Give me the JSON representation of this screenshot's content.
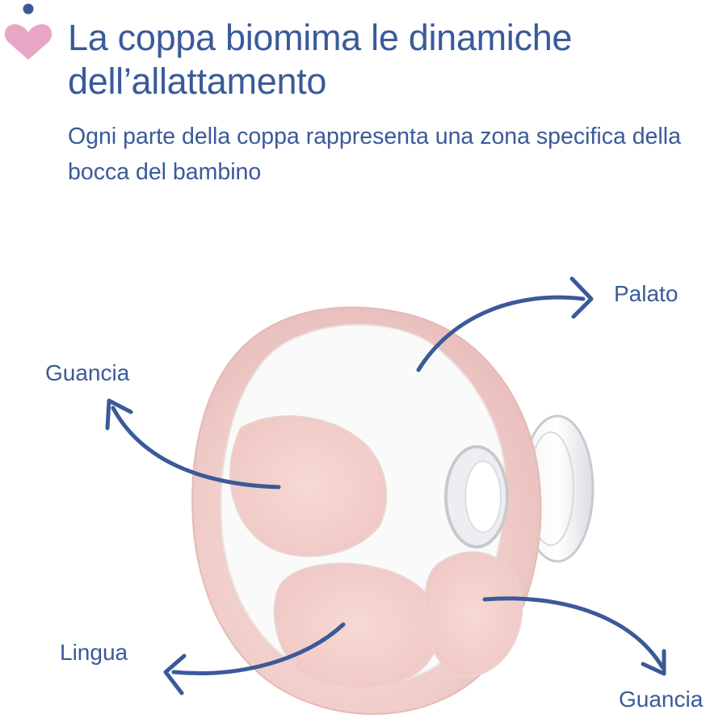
{
  "header": {
    "title": "La coppa biomima le dinamiche dell’allattamento",
    "subtitle": "Ogni parte della coppa rappresenta una zona specifica della bocca del bambino"
  },
  "labels": {
    "palato": "Palato",
    "guancia_left": "Guancia",
    "lingua": "Lingua",
    "guancia_right": "Guancia"
  },
  "icons": {
    "logo": "heart-with-dot-icon",
    "arrows": "curved-arrow-icon"
  },
  "colors": {
    "text": "#3a5a99",
    "arrow": "#3a5a99",
    "logo_heart": "#e8a6c4",
    "logo_dot": "#3a5a99",
    "cup_pink": "#f3d4d1",
    "cup_clear": "#ffffff"
  }
}
